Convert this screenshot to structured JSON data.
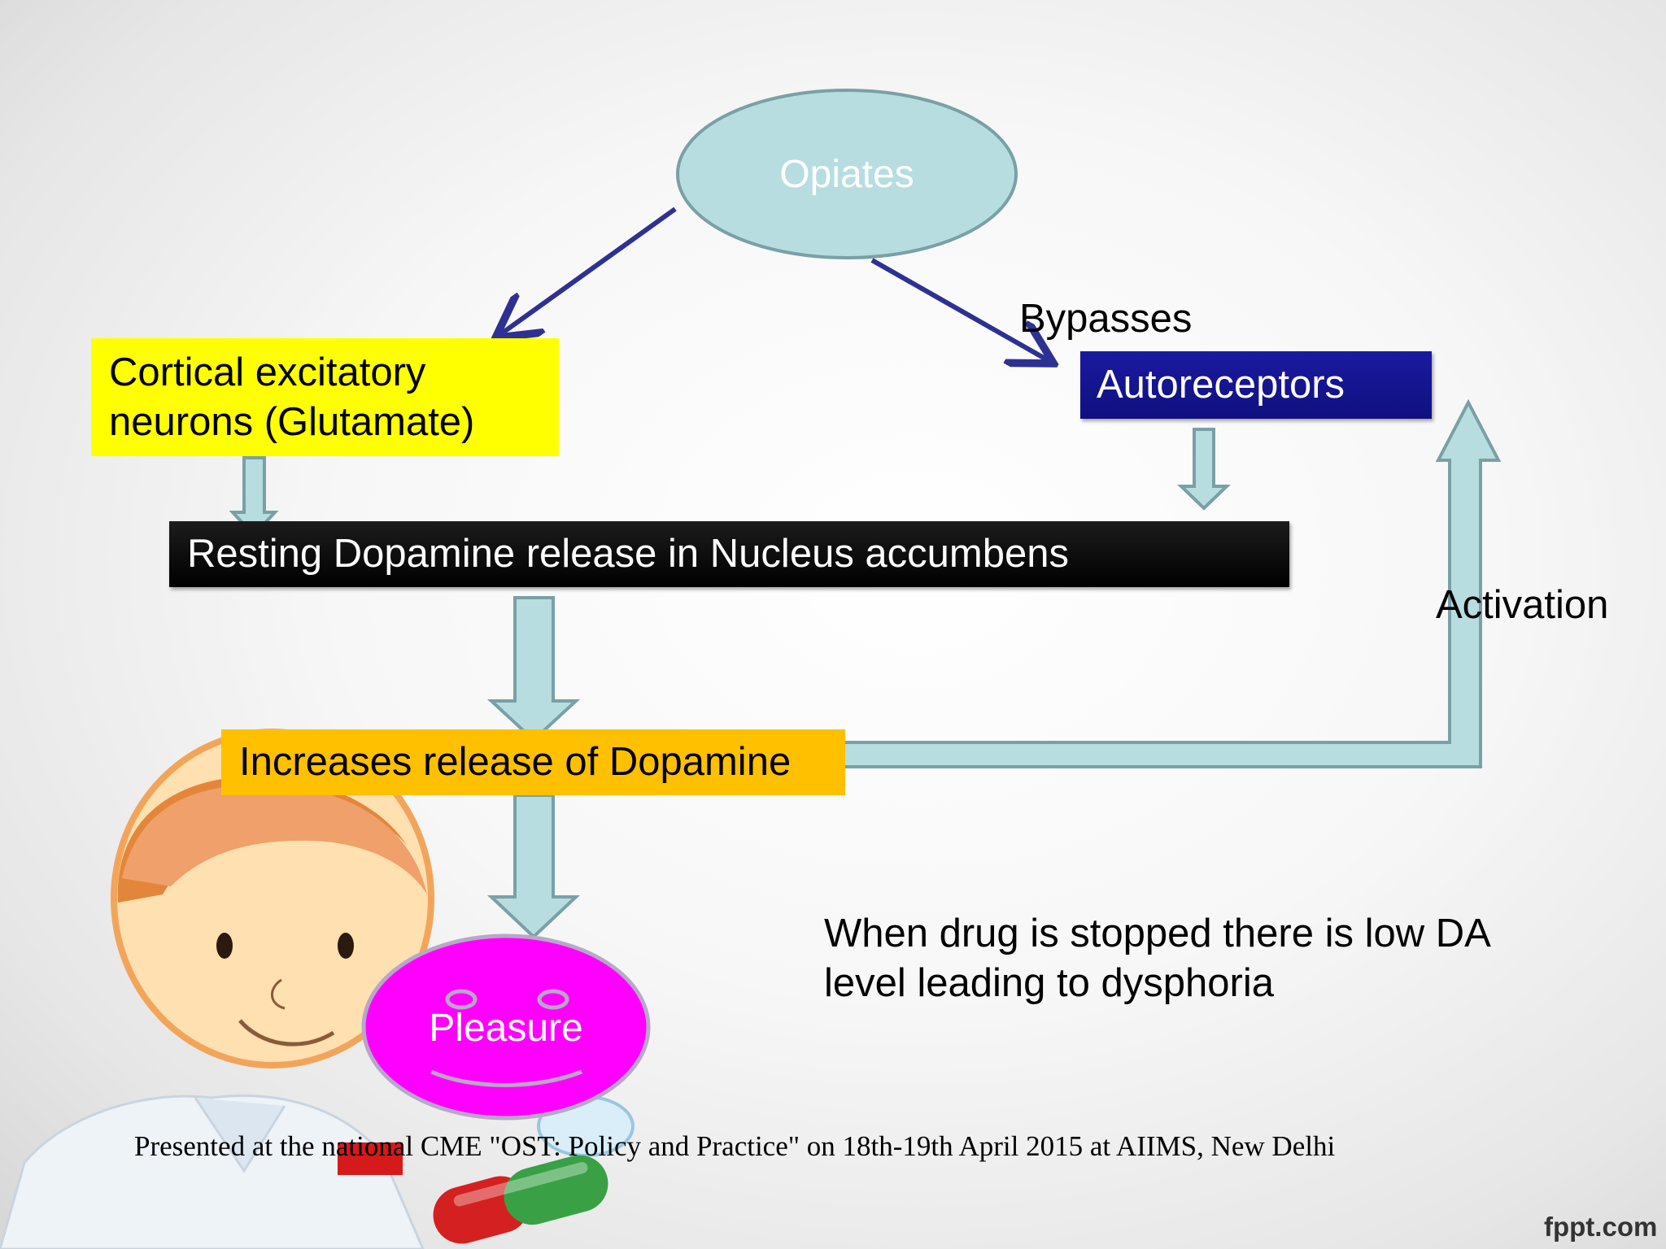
{
  "diagram": {
    "opiates": "Opiates",
    "glutamate_line1": "Cortical excitatory",
    "glutamate_line2": "neurons (Glutamate)",
    "autoreceptors": "Autoreceptors",
    "bypasses": "Bypasses",
    "resting": "Resting Dopamine release in Nucleus accumbens",
    "increase": "Increases release of Dopamine",
    "activation": "Activation",
    "pleasure": "Pleasure",
    "note_line1": "When drug is stopped there is low DA",
    "note_line2": "level leading to dysphoria"
  },
  "footer": {
    "presented": "Presented at the national CME \"OST: Policy and Practice\" on 18th-19th April 2015 at AIIMS, New Delhi",
    "brand": "fppt.com"
  },
  "colors": {
    "opiates_fill": "#b7dde0",
    "glutamate_fill": "#ffff00",
    "autoreceptors_fill": "#14148c",
    "resting_fill": "#000000",
    "increase_fill": "#ffc000",
    "pleasure_fill": "#ff00ff",
    "block_arrow_fill": "#b7dde0",
    "line_arrow": "#2e3192"
  },
  "icons": [
    "doctor-cartoon-illustration",
    "pill-capsule-icon"
  ]
}
